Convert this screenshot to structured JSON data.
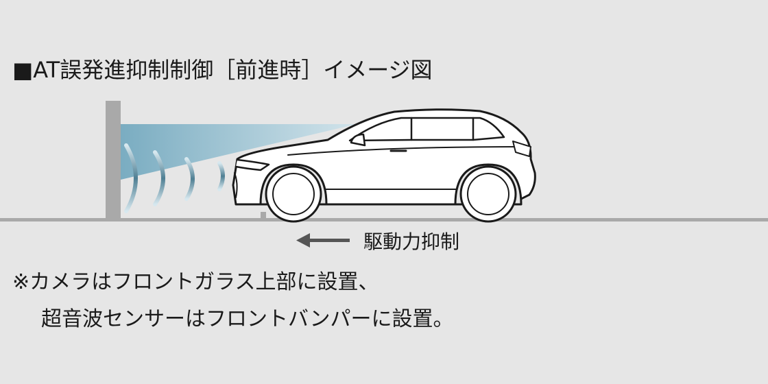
{
  "title": "■AT誤発進抑制制御［前進時］イメージ図",
  "arrow_label": "駆動力抑制",
  "notes": [
    "※カメラはフロントガラス上部に設置、",
    "超音波センサーはフロントバンパーに設置。"
  ],
  "colors": {
    "background": "#e6e6e6",
    "wall": "#a9a9a9",
    "ground": "#a9a9a9",
    "sensor_beam": "#7fb3c8",
    "sensor_wave_dark": "#4f7f93",
    "sensor_wave_light": "#bcd7e2",
    "car_fill": "#ffffff",
    "car_outline": "#1a1a1a",
    "arrow": "#555555"
  }
}
